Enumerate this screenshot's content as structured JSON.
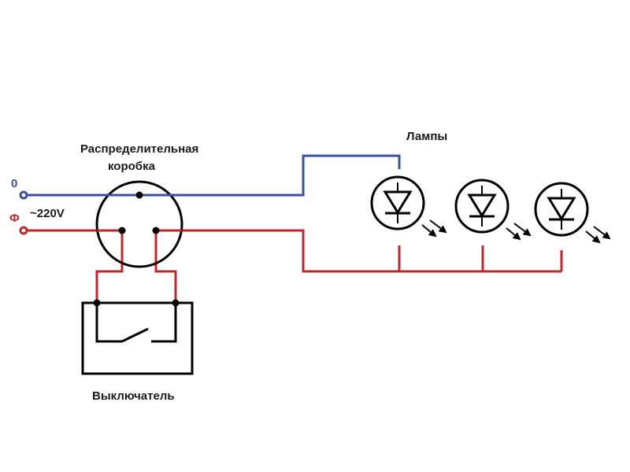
{
  "labels": {
    "neutral": "0",
    "phase": "Ф",
    "voltage": "~220V",
    "junction_box_line1": "Распределительная",
    "junction_box_line2": "коробка",
    "lamps": "Лампы",
    "switch": "Выключатель"
  },
  "colors": {
    "neutral_wire": "#3d4fa0",
    "phase_wire": "#c0272d",
    "device_outline": "#000000"
  },
  "lamps": [
    {
      "name": "lamp-1"
    },
    {
      "name": "lamp-2"
    },
    {
      "name": "lamp-3"
    }
  ],
  "switch_state": "open"
}
